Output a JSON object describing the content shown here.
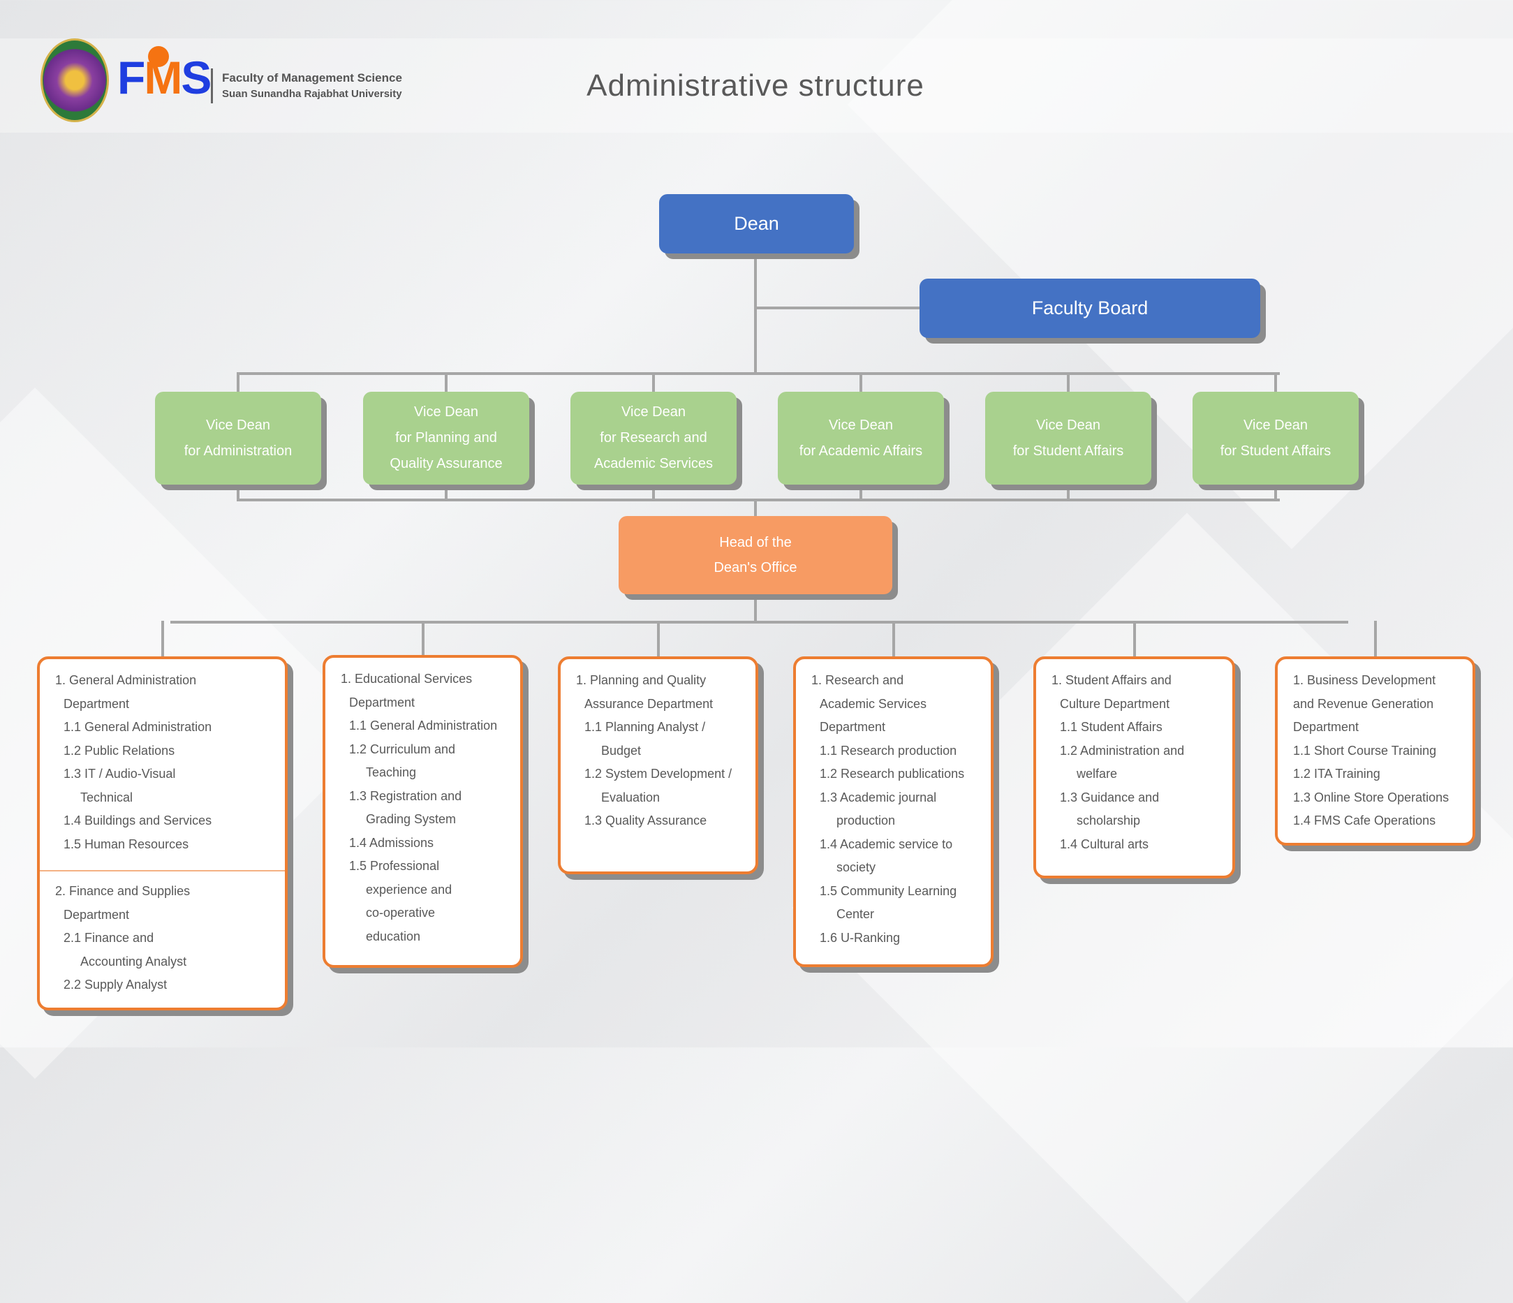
{
  "header": {
    "logo_text": "FMS",
    "faculty": "Faculty of Management Science",
    "university": "Suan Sunandha Rajabhat University",
    "title": "Administrative structure"
  },
  "colors": {
    "blue": "#4472c4",
    "green": "#a9d18e",
    "orange": "#f79b63",
    "border": "#ed7d31"
  },
  "dean": "Dean",
  "board": "Faculty Board",
  "vice_deans": [
    [
      "Vice Dean",
      "for Administration"
    ],
    [
      "Vice Dean",
      "for Planning and",
      "Quality Assurance"
    ],
    [
      "Vice Dean",
      "for Research and",
      "Academic Services"
    ],
    [
      "Vice Dean",
      "for Academic Affairs"
    ],
    [
      "Vice Dean",
      "for Student Affairs"
    ],
    [
      "Vice Dean",
      "for Student Affairs"
    ]
  ],
  "head_office": [
    "Head of the",
    "Dean's Office"
  ],
  "departments": [
    {
      "lines": [
        [
          "l1",
          "1. General Administration"
        ],
        [
          "l1c",
          "Department"
        ],
        [
          "l2",
          "1.1 General Administration"
        ],
        [
          "l2",
          "1.2 Public Relations"
        ],
        [
          "l2",
          "1.3 IT / Audio-Visual"
        ],
        [
          "l2c",
          "Technical"
        ],
        [
          "l2",
          "1.4 Buildings and Services"
        ],
        [
          "l2",
          "1.5 Human Resources"
        ],
        [
          "sep",
          ""
        ],
        [
          "l1",
          "2. Finance and Supplies"
        ],
        [
          "l1c",
          "Department"
        ],
        [
          "l2",
          "2.1 Finance and"
        ],
        [
          "l2c",
          "Accounting Analyst"
        ],
        [
          "l2",
          "2.2 Supply Analyst"
        ]
      ]
    },
    {
      "lines": [
        [
          "l1",
          "1. Educational Services"
        ],
        [
          "l1c",
          "Department"
        ],
        [
          "l2",
          "1.1 General Administration"
        ],
        [
          "l2",
          "1.2 Curriculum and"
        ],
        [
          "l2c",
          "Teaching"
        ],
        [
          "l2",
          "1.3 Registration and"
        ],
        [
          "l2c",
          "Grading System"
        ],
        [
          "l2",
          "1.4 Admissions"
        ],
        [
          "l2",
          "1.5 Professional"
        ],
        [
          "l2c",
          "experience and"
        ],
        [
          "l2c",
          "co-operative"
        ],
        [
          "l2c",
          "education"
        ]
      ]
    },
    {
      "lines": [
        [
          "l1",
          "1. Planning and Quality"
        ],
        [
          "l1c",
          "Assurance Department"
        ],
        [
          "l2",
          "1.1 Planning Analyst /"
        ],
        [
          "l2c",
          "Budget"
        ],
        [
          "l2",
          "1.2 System Development /"
        ],
        [
          "l2c",
          "Evaluation"
        ],
        [
          "l2",
          "1.3 Quality Assurance"
        ]
      ]
    },
    {
      "lines": [
        [
          "l1",
          "1. Research and"
        ],
        [
          "l1c",
          "Academic Services"
        ],
        [
          "l1c",
          "Department"
        ],
        [
          "l2",
          "1.1 Research production"
        ],
        [
          "l2",
          "1.2 Research publications"
        ],
        [
          "l2",
          "1.3 Academic journal"
        ],
        [
          "l2c",
          "production"
        ],
        [
          "l2",
          "1.4 Academic service to"
        ],
        [
          "l2c",
          "society"
        ],
        [
          "l2",
          "1.5 Community Learning"
        ],
        [
          "l2c",
          "Center"
        ],
        [
          "l2",
          "1.6 U-Ranking"
        ]
      ]
    },
    {
      "lines": [
        [
          "l1",
          "1. Student Affairs and"
        ],
        [
          "l1c",
          "Culture Department"
        ],
        [
          "l2",
          "1.1 Student Affairs"
        ],
        [
          "l2",
          "1.2 Administration and"
        ],
        [
          "l2c",
          "welfare"
        ],
        [
          "l2",
          "1.3 Guidance and"
        ],
        [
          "l2c",
          "scholarship"
        ],
        [
          "l2",
          "1.4 Cultural arts"
        ]
      ]
    },
    {
      "lines": [
        [
          "l1",
          "1. Business Development"
        ],
        [
          "l1",
          "and Revenue Generation"
        ],
        [
          "l1",
          "Department"
        ],
        [
          "l1",
          "1.1 Short Course Training"
        ],
        [
          "l1",
          "1.2 ITA Training"
        ],
        [
          "l1",
          "1.3 Online Store Operations"
        ],
        [
          "l1",
          "1.4 FMS Cafe Operations"
        ]
      ]
    }
  ]
}
